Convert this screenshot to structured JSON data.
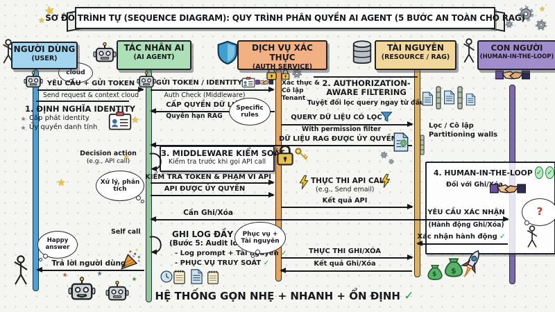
{
  "title": "SƠ ĐỒ TRÌNH TỰ (SEQUENCE DIAGRAM): QUY TRÌNH PHÂN QUYỀN AI AGENT (5 BƯỚC AN TOÀN CHO RAG)",
  "actors": [
    {
      "name": "NGƯỜI DÙNG",
      "sub": "(USER)"
    },
    {
      "name": "TÁC NHÂN AI",
      "sub": "(AI AGENT)"
    },
    {
      "name": "DỊCH VỤ XÁC THỰC",
      "sub": "(AUTH SERVICE)"
    },
    {
      "name": "TÀI NGUYÊN",
      "sub": "(RESOURCE / RAG)"
    },
    {
      "name": "CON NGƯỜI",
      "sub": "(HUMAN-IN-THE-LOOP)"
    }
  ],
  "messages": {
    "request_token": {
      "label": "YÊU CẦU + GỬI TOKEN",
      "sub": "Send request & context cloud"
    },
    "send_token": {
      "label": "GỬI TOKEN / IDENTITY",
      "sub": "Auth Check (Middleware)"
    },
    "grant_data": {
      "label": "CẤP QUYỀN DỮ LIỆU",
      "sub": "Quyền hạn RAG"
    },
    "query_filtered": {
      "label": "QUERY DỮ LIỆU CÓ LỌC",
      "sub": "With permission filter"
    },
    "rag_authorized": {
      "label": "DỮ LIỆU RAG ĐƯỢC ỦY QUYỀN"
    },
    "check_token": {
      "label": "KIỂM TRA TOKEN & PHẠM VI API"
    },
    "api_authorized": {
      "label": "API ĐƯỢC ỦY QUYỀN"
    },
    "api_result": {
      "label": "Kết quả API"
    },
    "need_write": {
      "label": "Cần Ghi/Xóa"
    },
    "confirm_request": {
      "label": "YÊU CẦU XÁC NHẬN",
      "sub": "(Hành động Ghi/Xóa)"
    },
    "confirm_action": {
      "label": "Xác nhận hành động"
    },
    "exec_write": {
      "label": "THỰC THI GHI/XÓA"
    },
    "write_result": {
      "label": "Kết quả Ghi/Xóa"
    },
    "reply_user": {
      "label": "Trả lời người dùng"
    }
  },
  "notes": {
    "identity": {
      "title": "1. ĐỊNH NGHĨA IDENTITY",
      "items": [
        "Cấp phát identity",
        "Ủy quyền danh tính"
      ]
    },
    "filtering": {
      "title": "2. AUTHORIZATION-AWARE FILTERING",
      "sub": "Tuyệt đối lọc query ngay từ đầu!"
    },
    "middleware": {
      "title": "3. MIDDLEWARE KIỂM SOÁT",
      "sub": "Kiểm tra trước khi gọi API call"
    },
    "hitl": {
      "title": "4. HUMAN-IN-THE-LOOP",
      "sub": "Đối với Ghi/Xóa"
    },
    "audit": {
      "title": "GHI LOG ĐẦY ĐỦ",
      "sub": "(Bước 5: Audit logs)",
      "items": [
        "- Log prompt + Tài nguyên",
        "- PHỤC VỤ TRUY SOÁT"
      ]
    }
  },
  "side_labels": {
    "tenant": "Xác thực & Cô lập Tenant",
    "partition_l1": "Lọc / Cô lập",
    "partition_l2": "Partitioning walls",
    "decision_l1": "Decision action",
    "decision_l2": "(e.g., API call)",
    "self_call": "Self call",
    "api_call_l1": "THỰC THI API CALL",
    "api_call_l2": "(e.g., Send email)"
  },
  "bubbles": {
    "cloud": "cloud",
    "specific_rules": "Specific rules",
    "process": "Xử lý, phân tích",
    "serve": "Phục vụ + Tài nguyên",
    "happy": "Happy answer",
    "question": "?"
  },
  "footer": {
    "text": "HỆ THỐNG GỌN NHẸ + NHANH + ỔN ĐỊNH",
    "check": "✓"
  },
  "icons": {
    "check": "✓",
    "star": "★",
    "dollar": "$"
  },
  "colors": {
    "user": "#a3d5ee",
    "agent": "#ade0b6",
    "auth": "#f2b183",
    "resource": "#f2d79b",
    "human": "#a18ccc",
    "line_user": "#4d9fd6",
    "line_agent": "#90c89c",
    "line_auth": "#e5a55f",
    "line_resource": "#dcb266",
    "line_human": "#7e68b0",
    "check_green": "#1f9d3a"
  }
}
